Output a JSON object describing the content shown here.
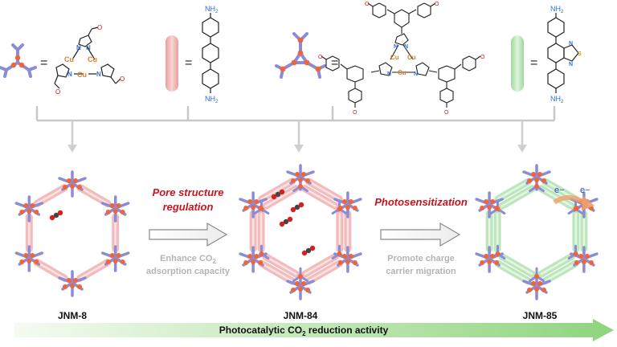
{
  "colors": {
    "linker_purple": "#8a8cd8",
    "node_orange": "#f0643a",
    "linker_pink": "#f2b4b4",
    "linker_green": "#b6e4b6",
    "copper_orange": "#d9822b",
    "nitrogen_blue": "#2f6fd6",
    "oxygen_red": "#d42020",
    "red_text": "#c8141e",
    "gray_text": "#b0b0b0",
    "bar_start": "#f3fbf0",
    "bar_end": "#8fd47e"
  },
  "legend": {
    "equals": "="
  },
  "atoms": {
    "cu": "Cu",
    "n": "N",
    "o": "O",
    "s": "S",
    "nh2": "NH",
    "sub2": "2"
  },
  "frameworks": {
    "jnm8": "JNM-8",
    "jnm84": "JNM-84",
    "jnm85": "JNM-85"
  },
  "steps": {
    "step1_title_line1": "Pore structure",
    "step1_title_line2": "regulation",
    "step1_desc_line1": "Enhance CO",
    "step1_desc_sub": "2",
    "step1_desc_line2": "adsorption capacity",
    "step2_title": "Photosensitization",
    "step2_desc_line1": "Promote charge",
    "step2_desc_line2": "carrier migration"
  },
  "electron": "e−",
  "bottom_bar": {
    "text_before": "Photocatalytic CO",
    "text_sub": "2",
    "text_after": " reduction activity"
  }
}
